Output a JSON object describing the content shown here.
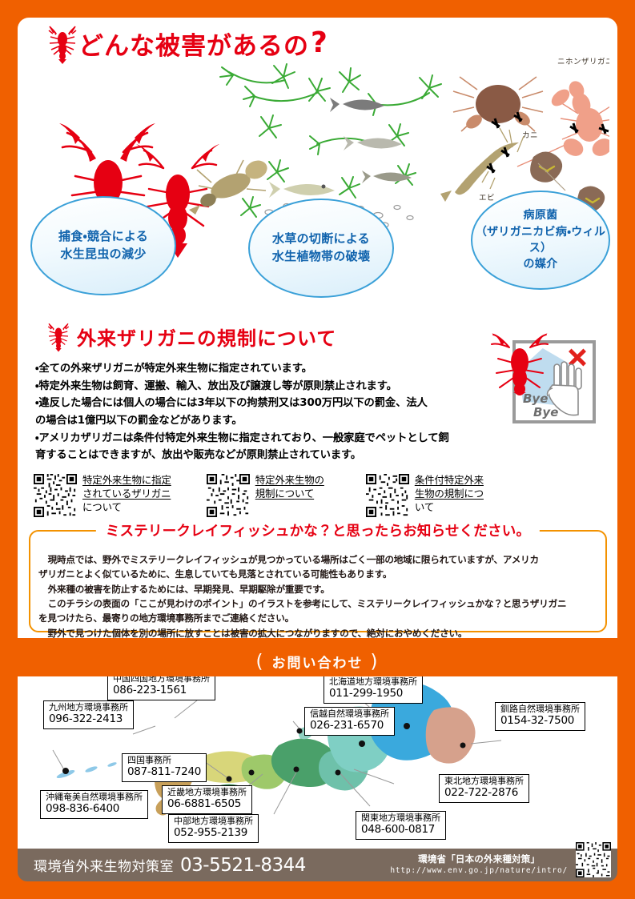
{
  "header": {
    "main_title": "どんな被害があるの",
    "question_mark": "?",
    "crayfish_icon": "crayfish-icon"
  },
  "damage_bubbles": [
    {
      "id": "bubble-1",
      "line1": "捕食・競合による",
      "line2": "水生昆虫の減少"
    },
    {
      "id": "bubble-2",
      "line1": "水草の切断による",
      "line2": "水生植物帯の破壊"
    },
    {
      "id": "bubble-3",
      "line1": "病原菌",
      "line2": "（ザリガニカビ病・ウィルス）",
      "line3": "の媒介"
    }
  ],
  "illustration_labels": {
    "crab": "カニ",
    "shrimp": "エビ",
    "japanese_crayfish": "ニホンザリガニ"
  },
  "regulation": {
    "title": "外来ザリガニの規制について",
    "bullets": [
      "・全ての外来ザリガニが特定外来生物に指定されています。",
      "・特定外来生物は飼育、運搬、輸入、放出及び譲渡し等が原則禁止されます。",
      "・違反した場合には個人の場合には3年以下の拘禁刑又は300万円以下の罰金、法人",
      "の場合は1億円以下の罰金などがあります。",
      "・アメリカザリガニは条件付特定外来生物に指定されており、一般家庭でペットとして飼",
      "育することはできますが、放出や販売などが原則禁止されています。"
    ]
  },
  "byebye": {
    "line1": "Bye",
    "line2": "Bye",
    "x_icon": "red-x-icon"
  },
  "qr_links": [
    {
      "icon": "qr-code-icon",
      "line1": "特定外来生物に指定",
      "line2": "されているザリガニ",
      "line3": "について"
    },
    {
      "icon": "qr-code-icon",
      "line1": "特定外来生物の",
      "line2": "規制について",
      "line3": ""
    },
    {
      "icon": "qr-code-icon",
      "line1": "条件付特定外来",
      "line2": "生物の規制につ",
      "line3": "いて"
    }
  ],
  "mystery": {
    "heading": "ミステリークレイフィッシュかな？と思ったらお知らせください。",
    "paragraphs": [
      "現時点では、野外でミステリークレイフィッシュが見つかっている場所はごく一部の地域に限られていますが、アメリカ",
      "ザリガニとよく似ているために、生息していても見落とされている可能性もあります。",
      "外来種の被害を防止するためには、早期発見、早期駆除が重要です。",
      "このチラシの表面の「ここが見わけのポイント」のイラストを参考にして、ミステリークレイフィッシュかな？と思うザリガニ",
      "を見つけたら、最寄りの地方環境事務所までご連絡ください。",
      "野外で見つけた個体を別の場所に放すことは被害の拡大につながりますので、絶対におやめください。"
    ]
  },
  "contact": {
    "title": "お問い合わせ"
  },
  "offices": [
    {
      "name": "中国四国地方環境事務所",
      "tel": "086-223-1561"
    },
    {
      "name": "九州地方環境事務所",
      "tel": "096-322-2413"
    },
    {
      "name": "北海道地方環境事務所",
      "tel": "011-299-1950"
    },
    {
      "name": "信越自然環境事務所",
      "tel": "026-231-6570"
    },
    {
      "name": "釧路自然環境事務所",
      "tel": "0154-32-7500"
    },
    {
      "name": "四国事務所",
      "tel": "087-811-7240"
    },
    {
      "name": "沖縄奄美自然環境事務所",
      "tel": "098-836-6400"
    },
    {
      "name": "近畿地方環境事務所",
      "tel": "06-6881-6505"
    },
    {
      "name": "中部地方環境事務所",
      "tel": "052-955-2139"
    },
    {
      "name": "東北地方環境事務所",
      "tel": "022-722-2876"
    },
    {
      "name": "関東地方環境事務所",
      "tel": "048-600-0817"
    }
  ],
  "footer": {
    "office": "環境省外来生物対策室",
    "tel": "03-5521-8344",
    "site_name": "環境省「日本の外来種対策」",
    "url": "http://www.env.go.jp/nature/intro/",
    "qr_icon": "qr-code-icon"
  },
  "colors": {
    "orange": "#f06000",
    "red": "#e60012",
    "bubble_blue": "#1063ad",
    "bubble_border": "#3aa0d8",
    "footer_brown": "#7a6a5e",
    "mystery_border": "#f39200"
  }
}
